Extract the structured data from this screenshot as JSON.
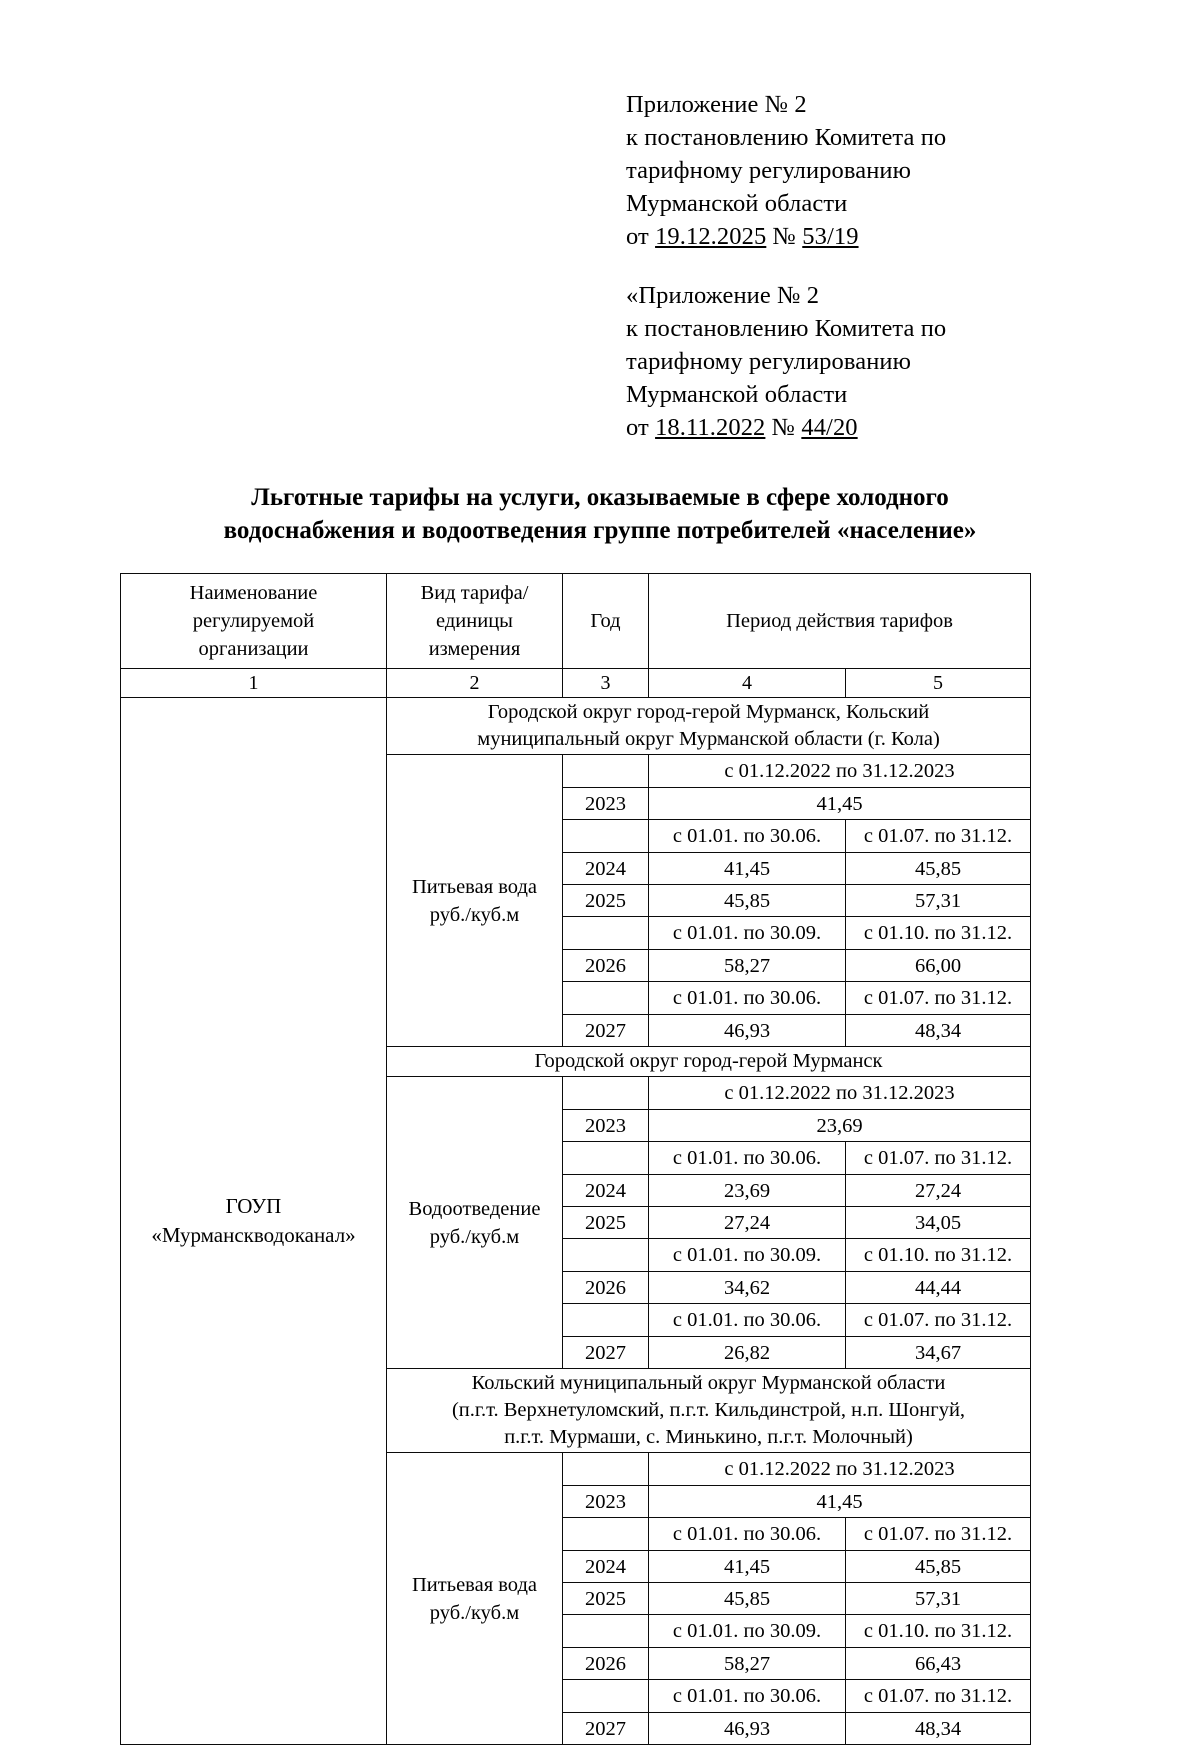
{
  "header": {
    "block1": [
      "Приложение № 2",
      "к постановлению Комитета по",
      "тарифному регулированию",
      "Мурманской области"
    ],
    "block1_date_prefix": "от ",
    "block1_date": "19.12.2025",
    "block1_no_label": " № ",
    "block1_no": "53/19",
    "block2": [
      "«Приложение № 2",
      "к постановлению Комитета по",
      "тарифному регулированию",
      "Мурманской области"
    ],
    "block2_date_prefix": "от ",
    "block2_date": "18.11.2022",
    "block2_no_label": " № ",
    "block2_no": "44/20"
  },
  "title": {
    "line1": "Льготные тарифы на услуги, оказываемые в сфере холодного",
    "line2": "водоснабжения и водоотведения группе потребителей «население»"
  },
  "table": {
    "columns": [
      "Наименование регулируемой организации",
      "Вид тарифа/ единицы измерения",
      "Год",
      "Период действия тарифов"
    ],
    "col1_l1": "Наименование",
    "col1_l2": "регулируемой",
    "col1_l3": "организации",
    "col2_l1": "Вид тарифа/",
    "col2_l2": "единицы",
    "col2_l3": "измерения",
    "col3": "Год",
    "col45": "Период действия тарифов",
    "numbering": [
      "1",
      "2",
      "3",
      "4",
      "5"
    ],
    "organization": {
      "line1": "ГОУП",
      "line2": "«Мурманскводоканал»"
    },
    "sections": [
      {
        "region_lines": [
          "Городской округ город-герой Мурманск, Кольский",
          "муниципальный округ Мурманской области (г. Кола)"
        ],
        "kind_l1": "Питьевая вода",
        "kind_l2": "руб./куб.м",
        "rows": [
          {
            "type": "period_full",
            "text": "с 01.12.2022 по 31.12.2023"
          },
          {
            "type": "year_full",
            "year": "2023",
            "value": "41,45"
          },
          {
            "type": "period_split",
            "left": "с 01.01. по 30.06.",
            "right": "с 01.07. по 31.12."
          },
          {
            "type": "year_split",
            "year": "2024",
            "left": "41,45",
            "right": "45,85"
          },
          {
            "type": "year_split",
            "year": "2025",
            "left": "45,85",
            "right": "57,31"
          },
          {
            "type": "period_split",
            "left": "с 01.01. по 30.09.",
            "right": "с 01.10. по 31.12."
          },
          {
            "type": "year_split",
            "year": "2026",
            "left": "58,27",
            "right": "66,00"
          },
          {
            "type": "period_split",
            "left": "с 01.01. по 30.06.",
            "right": "с 01.07. по 31.12."
          },
          {
            "type": "year_split",
            "year": "2027",
            "left": "46,93",
            "right": "48,34"
          }
        ]
      },
      {
        "region_lines": [
          "Городской округ город-герой Мурманск"
        ],
        "kind_l1": "Водоотведение",
        "kind_l2": "руб./куб.м",
        "rows": [
          {
            "type": "period_full",
            "text": "с 01.12.2022 по 31.12.2023"
          },
          {
            "type": "year_full",
            "year": "2023",
            "value": "23,69"
          },
          {
            "type": "period_split",
            "left": "с 01.01. по 30.06.",
            "right": "с 01.07. по 31.12."
          },
          {
            "type": "year_split",
            "year": "2024",
            "left": "23,69",
            "right": "27,24"
          },
          {
            "type": "year_split",
            "year": "2025",
            "left": "27,24",
            "right": "34,05"
          },
          {
            "type": "period_split",
            "left": "с 01.01. по 30.09.",
            "right": "с 01.10. по 31.12."
          },
          {
            "type": "year_split",
            "year": "2026",
            "left": "34,62",
            "right": "44,44"
          },
          {
            "type": "period_split",
            "left": "с 01.01. по 30.06.",
            "right": "с 01.07. по 31.12."
          },
          {
            "type": "year_split",
            "year": "2027",
            "left": "26,82",
            "right": "34,67"
          }
        ]
      },
      {
        "region_lines": [
          "Кольский муниципальный округ Мурманской области",
          "(п.г.т. Верхнетуломский, п.г.т. Кильдинстрой, н.п. Шонгуй,",
          "п.г.т. Мурмаши, с. Минькино, п.г.т. Молочный)"
        ],
        "kind_l1": "Питьевая вода",
        "kind_l2": "руб./куб.м",
        "rows": [
          {
            "type": "period_full",
            "text": "с 01.12.2022 по 31.12.2023"
          },
          {
            "type": "year_full",
            "year": "2023",
            "value": "41,45"
          },
          {
            "type": "period_split",
            "left": "с 01.01. по 30.06.",
            "right": "с 01.07. по 31.12."
          },
          {
            "type": "year_split",
            "year": "2024",
            "left": "41,45",
            "right": "45,85"
          },
          {
            "type": "year_split",
            "year": "2025",
            "left": "45,85",
            "right": "57,31"
          },
          {
            "type": "period_split",
            "left": "с 01.01. по 30.09.",
            "right": "с 01.10. по 31.12."
          },
          {
            "type": "year_split",
            "year": "2026",
            "left": "58,27",
            "right": "66,43"
          },
          {
            "type": "period_split",
            "left": "с 01.01. по 30.06.",
            "right": "с 01.07. по 31.12."
          },
          {
            "type": "year_split",
            "year": "2027",
            "left": "46,93",
            "right": "48,34"
          }
        ]
      }
    ]
  }
}
